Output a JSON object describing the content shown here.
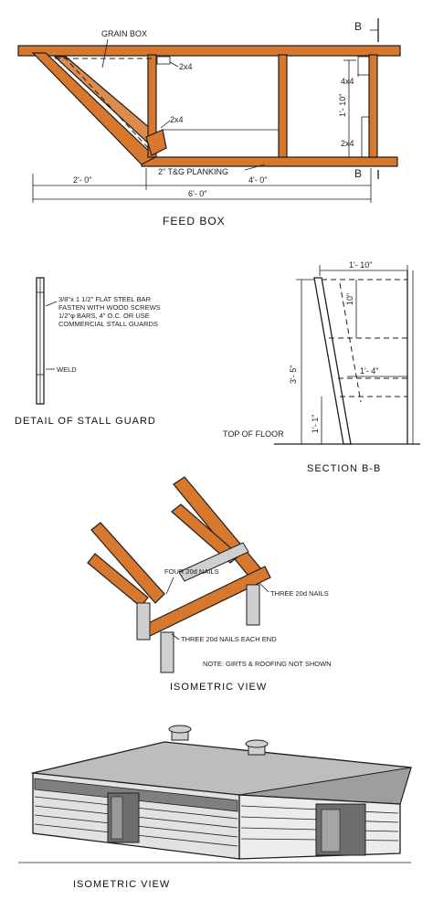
{
  "colors": {
    "lumber": "#d8782e",
    "ink": "#1d1d1d",
    "roof": "#bdbdbd",
    "wall": "#e2e2e2"
  },
  "feed_box": {
    "title": "FEED BOX",
    "labels": {
      "section_mark_top": "B",
      "section_mark_bottom": "B",
      "grain_box": "GRAIN BOX",
      "two_by_four_top": "2x4",
      "four_by_four": "4x4",
      "height": "1'- 10\"",
      "two_by_four_diagonal": "2x4",
      "two_by_four_right": "2x4",
      "planking": "2\" T&G PLANKING",
      "dim_left": "2'- 0\"",
      "dim_right": "4'- 0\"",
      "dim_total": "6'- 0\""
    }
  },
  "stall_guard": {
    "title": "DETAIL OF STALL GUARD",
    "note_lines": [
      "3/8\"x 1 1/2\" FLAT STEEL BAR",
      "FASTEN WITH WOOD SCREWS",
      "1/2\"φ BARS, 4\" O.C. OR USE",
      "COMMERCIAL STALL GUARDS"
    ],
    "weld": "WELD"
  },
  "section_bb": {
    "title": "SECTION  B-B",
    "labels": {
      "top_width": "1'- 10\"",
      "upper_height": "10\"",
      "total_height": "3'- 5\"",
      "mid_width": "1'- 4\"",
      "lower_height": "1'- 1\"",
      "floor": "TOP OF FLOOR"
    }
  },
  "isometric_framing": {
    "title": "ISOMETRIC  VIEW",
    "labels": {
      "four_nails": "FOUR 20d NAILS",
      "three_nails": "THREE 20d NAILS",
      "three_nails_each_end": "THREE 20d NAILS EACH END",
      "note": "NOTE: GIRTS & ROOFING NOT SHOWN"
    }
  },
  "isometric_building": {
    "title": "ISOMETRIC  VIEW"
  }
}
